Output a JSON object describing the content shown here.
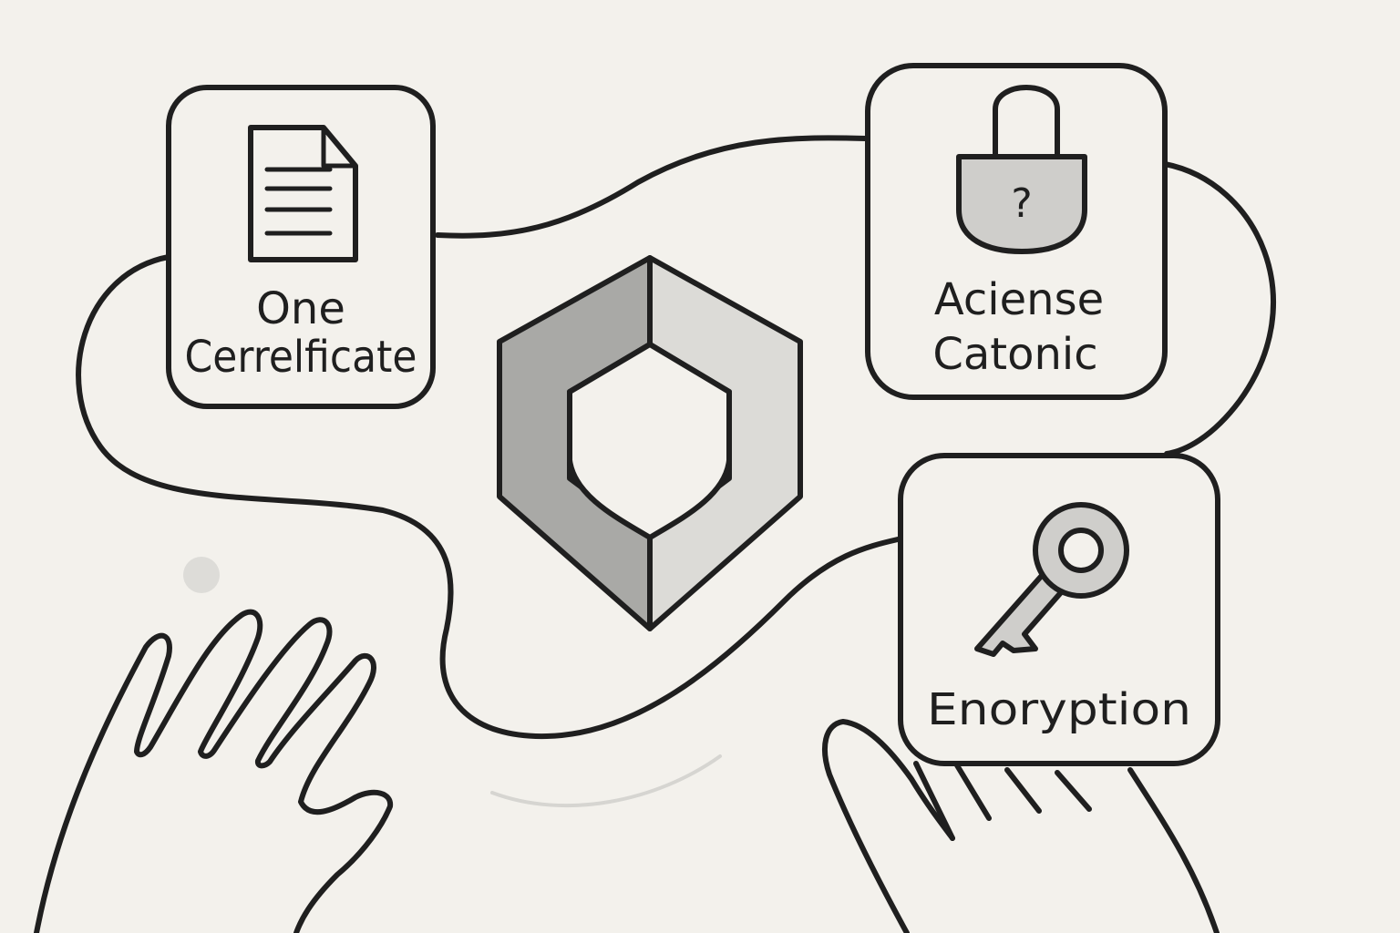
{
  "cards": {
    "certificate": {
      "line1": "One",
      "line2": "Cerrelficate",
      "icon": "document-icon"
    },
    "access": {
      "line1": "Aciense",
      "line2": "Catonic",
      "icon": "padlock-question-icon"
    },
    "encryption": {
      "line1": "Enoryption",
      "icon": "key-icon"
    }
  },
  "center": {
    "icon": "shield-icon"
  },
  "colors": {
    "background": "#f3f1ec",
    "ink": "#1f1f1f",
    "shade_dark": "#a9a9a6",
    "shade_light": "#dcdbd7"
  }
}
